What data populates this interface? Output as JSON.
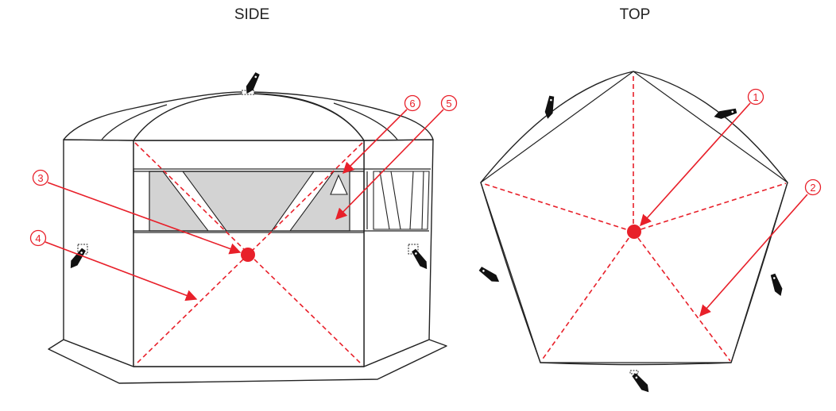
{
  "views": {
    "side": {
      "title": "SIDE"
    },
    "top": {
      "title": "TOP"
    }
  },
  "callouts": [
    {
      "id": "1",
      "label": "1",
      "view": "top"
    },
    {
      "id": "2",
      "label": "2",
      "view": "top"
    },
    {
      "id": "3",
      "label": "3",
      "view": "side"
    },
    {
      "id": "4",
      "label": "4",
      "view": "side"
    },
    {
      "id": "5",
      "label": "5",
      "view": "side"
    },
    {
      "id": "6",
      "label": "6",
      "view": "side"
    }
  ],
  "colors": {
    "accent": "#e8202a",
    "line": "#222222",
    "window": "#d3d3d3"
  },
  "icons": [
    "ground-stake-icon",
    "center-hub-dot-icon"
  ]
}
